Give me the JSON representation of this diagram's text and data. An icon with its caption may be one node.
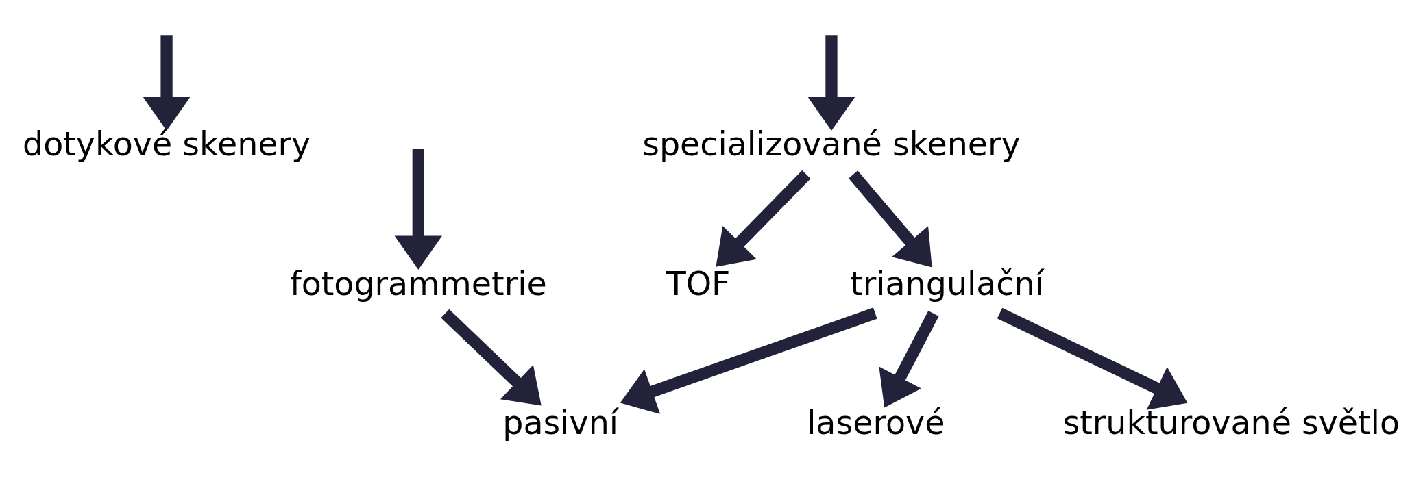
{
  "diagram": {
    "nodes": [
      {
        "text": [
          "dotykové skenery"
        ]
      },
      {
        "text": [
          "specializované skenery"
        ]
      },
      {
        "text": [
          "fotogrammetrie"
        ]
      },
      {
        "text": [
          "TOF"
        ]
      },
      {
        "text": [
          "triangulační"
        ]
      },
      {
        "text": [
          "laserové"
        ]
      },
      {
        "text": [
          "strukturované světlo"
        ]
      },
      {
        "text": [
          "pasivní"
        ]
      }
    ],
    "edges": [
      {
        "from": null,
        "to": 0,
        "arrow": "to"
      },
      {
        "from": null,
        "to": 1,
        "arrow": "to"
      },
      {
        "from": null,
        "to": 2,
        "arrow": "to"
      },
      {
        "from": 1,
        "to": 3,
        "arrow": "to"
      },
      {
        "from": 1,
        "to": 4,
        "arrow": "to"
      },
      {
        "from": 2,
        "to": 7,
        "arrow": "to"
      },
      {
        "from": 4,
        "to": 5,
        "arrow": "to"
      },
      {
        "from": 4,
        "to": 6,
        "arrow": "to"
      },
      {
        "from": 4,
        "to": 7,
        "arrow": "to"
      }
    ]
  }
}
